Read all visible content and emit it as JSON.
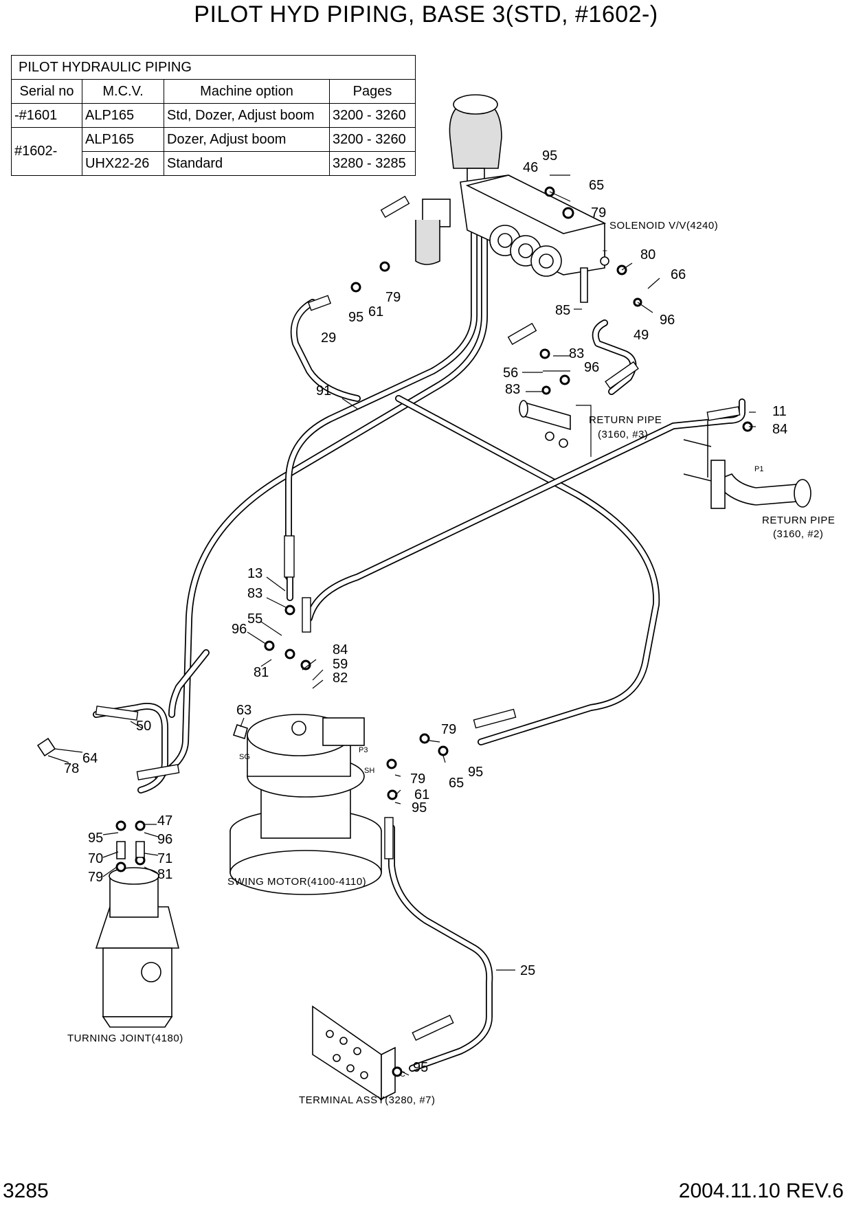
{
  "title": "PILOT HYD PIPING, BASE 3(STD,  #1602-)",
  "table": {
    "caption": "PILOT HYDRAULIC PIPING",
    "headers": [
      "Serial no",
      "M.C.V.",
      "Machine option",
      "Pages"
    ],
    "rows": [
      {
        "serial": "-#1601",
        "mcv": "ALP165",
        "option": "Std, Dozer, Adjust boom",
        "pages": "3200 - 3260"
      },
      {
        "serial": "#1602-",
        "mcv": "ALP165",
        "option": "Dozer, Adjust boom",
        "pages": "3200 - 3260"
      },
      {
        "serial": "",
        "mcv": "UHX22-26",
        "option": "Standard",
        "pages": "3280 - 3285"
      }
    ]
  },
  "labels": {
    "solenoid_valve": "SOLENOID V/V(4240)",
    "return_pipe_3": "RETURN PIPE",
    "return_pipe_3_ref": "(3160, #3)",
    "return_pipe_2": "RETURN PIPE",
    "return_pipe_2_ref": "(3160, #2)",
    "swing_motor": "SWING MOTOR(4100-4110)",
    "turning_joint": "TURNING JOINT(4180)",
    "terminal_assy": "TERMINAL ASSY(3280, #7)"
  },
  "port_marks": [
    "P3",
    "SH",
    "SG",
    "P1",
    "T",
    "C"
  ],
  "callouts": [
    "95",
    "46",
    "65",
    "79",
    "80",
    "66",
    "79",
    "61",
    "95",
    "29",
    "85",
    "96",
    "49",
    "83",
    "96",
    "56",
    "83",
    "91",
    "11",
    "84",
    "13",
    "83",
    "55",
    "96",
    "84",
    "59",
    "81",
    "82",
    "63",
    "79",
    "50",
    "64",
    "78",
    "65",
    "95",
    "79",
    "61",
    "95",
    "47",
    "95",
    "96",
    "70",
    "71",
    "79",
    "81",
    "25",
    "95"
  ],
  "footer": {
    "page_number": "3285",
    "revision": "2004.11.10  REV.6"
  }
}
